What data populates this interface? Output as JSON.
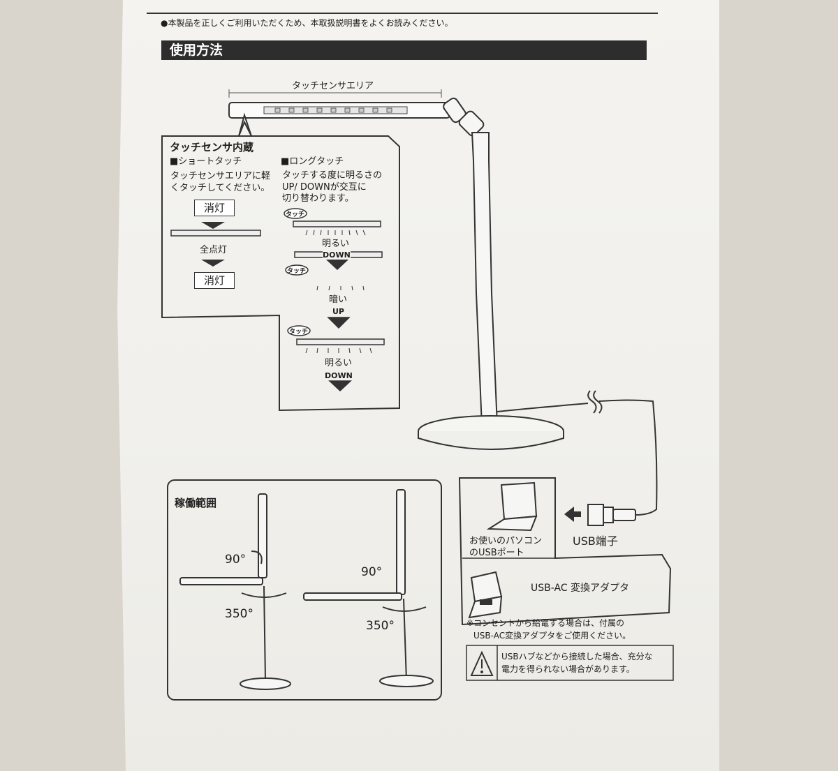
{
  "notice_top": "●本製品を正しくご利用いただくため、本取扱説明書をよくお読みください。",
  "section_title": "使用方法",
  "touch_area_label": "タッチセンサエリア",
  "touch_panel": {
    "title": "タッチセンサ内蔵",
    "short_touch": {
      "heading": "■ショートタッチ",
      "description_line1": "タッチセンサエリアに軽",
      "description_line2": "くタッチしてください。",
      "state_off_1": "消灯",
      "state_full": "全点灯",
      "state_off_2": "消灯"
    },
    "long_touch": {
      "heading": "■ロングタッチ",
      "description_line1": "タッチする度に明るさの",
      "description_line2": "UP/ DOWNが交互に",
      "description_line3": "切り替わります。",
      "touch_tag": "タッチ",
      "bright": "明るい",
      "dark": "暗い",
      "down": "DOWN",
      "up": "UP"
    }
  },
  "range_panel": {
    "title": "稼働範囲",
    "angle_tilt": "90°",
    "angle_rotate": "350°"
  },
  "usb": {
    "pc_label_line1": "お使いのパソコン",
    "pc_label_line2": "のUSBポート",
    "port_label": "USB端子",
    "adapter_label": "USB-AC 変換アダプタ",
    "adapter_note_line1": "※コンセントから給電する場合は、付属の",
    "adapter_note_line2": "USB-AC変換アダプタをご使用ください。",
    "warning_line1": "USBハブなどから接続した場合、充分な",
    "warning_line2": "電力を得られない場合があります。"
  },
  "colors": {
    "paper": "#f2f1ed",
    "background": "#d9d4cc",
    "header_bar": "#2d2d2d",
    "ink": "#1e1e1e"
  }
}
